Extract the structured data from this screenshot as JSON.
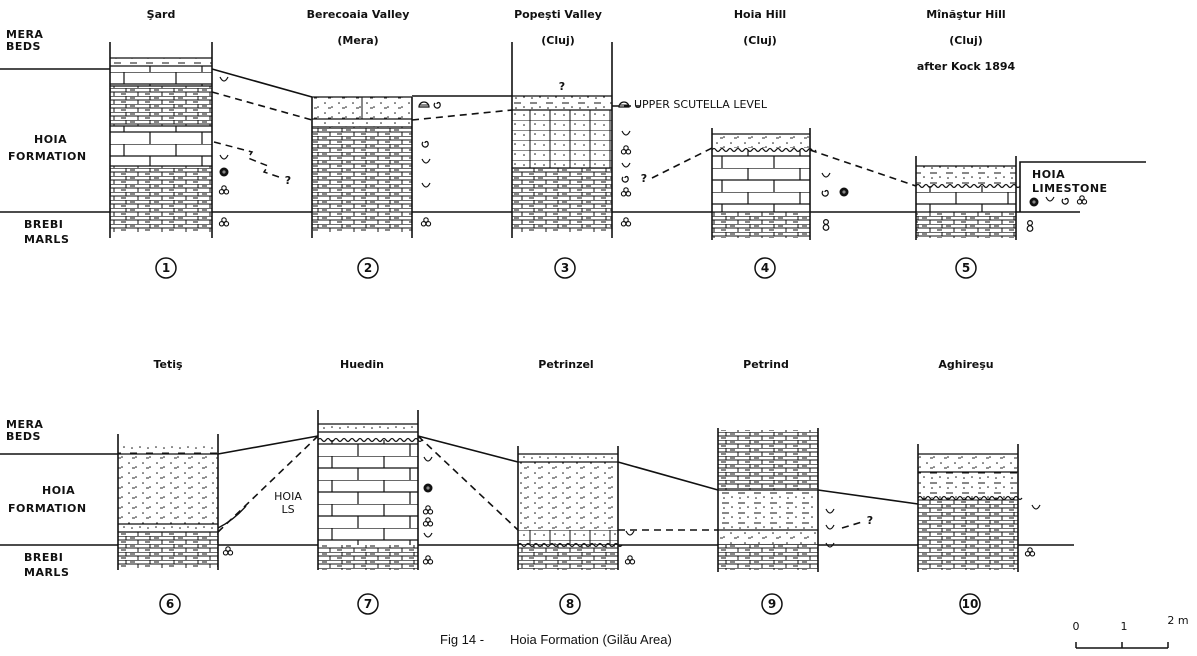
{
  "figure": {
    "caption_prefix": "Fig 14 -",
    "caption_title": "Hoia Formation (Gilău Area)",
    "scale": {
      "t0": "0",
      "t1": "1",
      "t2": "2 m"
    },
    "row1_labels": {
      "mera": [
        "MERA",
        "BEDS"
      ],
      "hoia": [
        "HOIA",
        "FORMATION"
      ],
      "brebi": [
        "BREBI",
        "MARLS"
      ]
    },
    "row2_labels": {
      "mera": [
        "MERA",
        "BEDS"
      ],
      "hoia": [
        "HOIA",
        "FORMATION"
      ],
      "brebi": [
        "BREBI",
        "MARLS"
      ]
    },
    "upper_scutella": "UPPER SCUTELLA LEVEL",
    "hoia_limestone": [
      "HOIA",
      "LIMESTONE"
    ],
    "hoia_ls": [
      "HOIA",
      "LS"
    ],
    "question_mark": "?",
    "sections": [
      {
        "num": "1",
        "title": [
          "Şard"
        ]
      },
      {
        "num": "2",
        "title": [
          "Berecoaia Valley",
          "(Mera)"
        ]
      },
      {
        "num": "3",
        "title": [
          "Popeşti Valley",
          "(Cluj)"
        ]
      },
      {
        "num": "4",
        "title": [
          "Hoia Hill",
          "(Cluj)"
        ]
      },
      {
        "num": "5",
        "title": [
          "Mînăştur Hill",
          "(Cluj)",
          "after Kock 1894"
        ]
      },
      {
        "num": "6",
        "title": [
          "Tetiş"
        ]
      },
      {
        "num": "7",
        "title": [
          "Huedin"
        ]
      },
      {
        "num": "8",
        "title": [
          "Petrinzel"
        ]
      },
      {
        "num": "9",
        "title": [
          "Petrind"
        ]
      },
      {
        "num": "10",
        "title": [
          "Aghireşu"
        ]
      }
    ]
  }
}
